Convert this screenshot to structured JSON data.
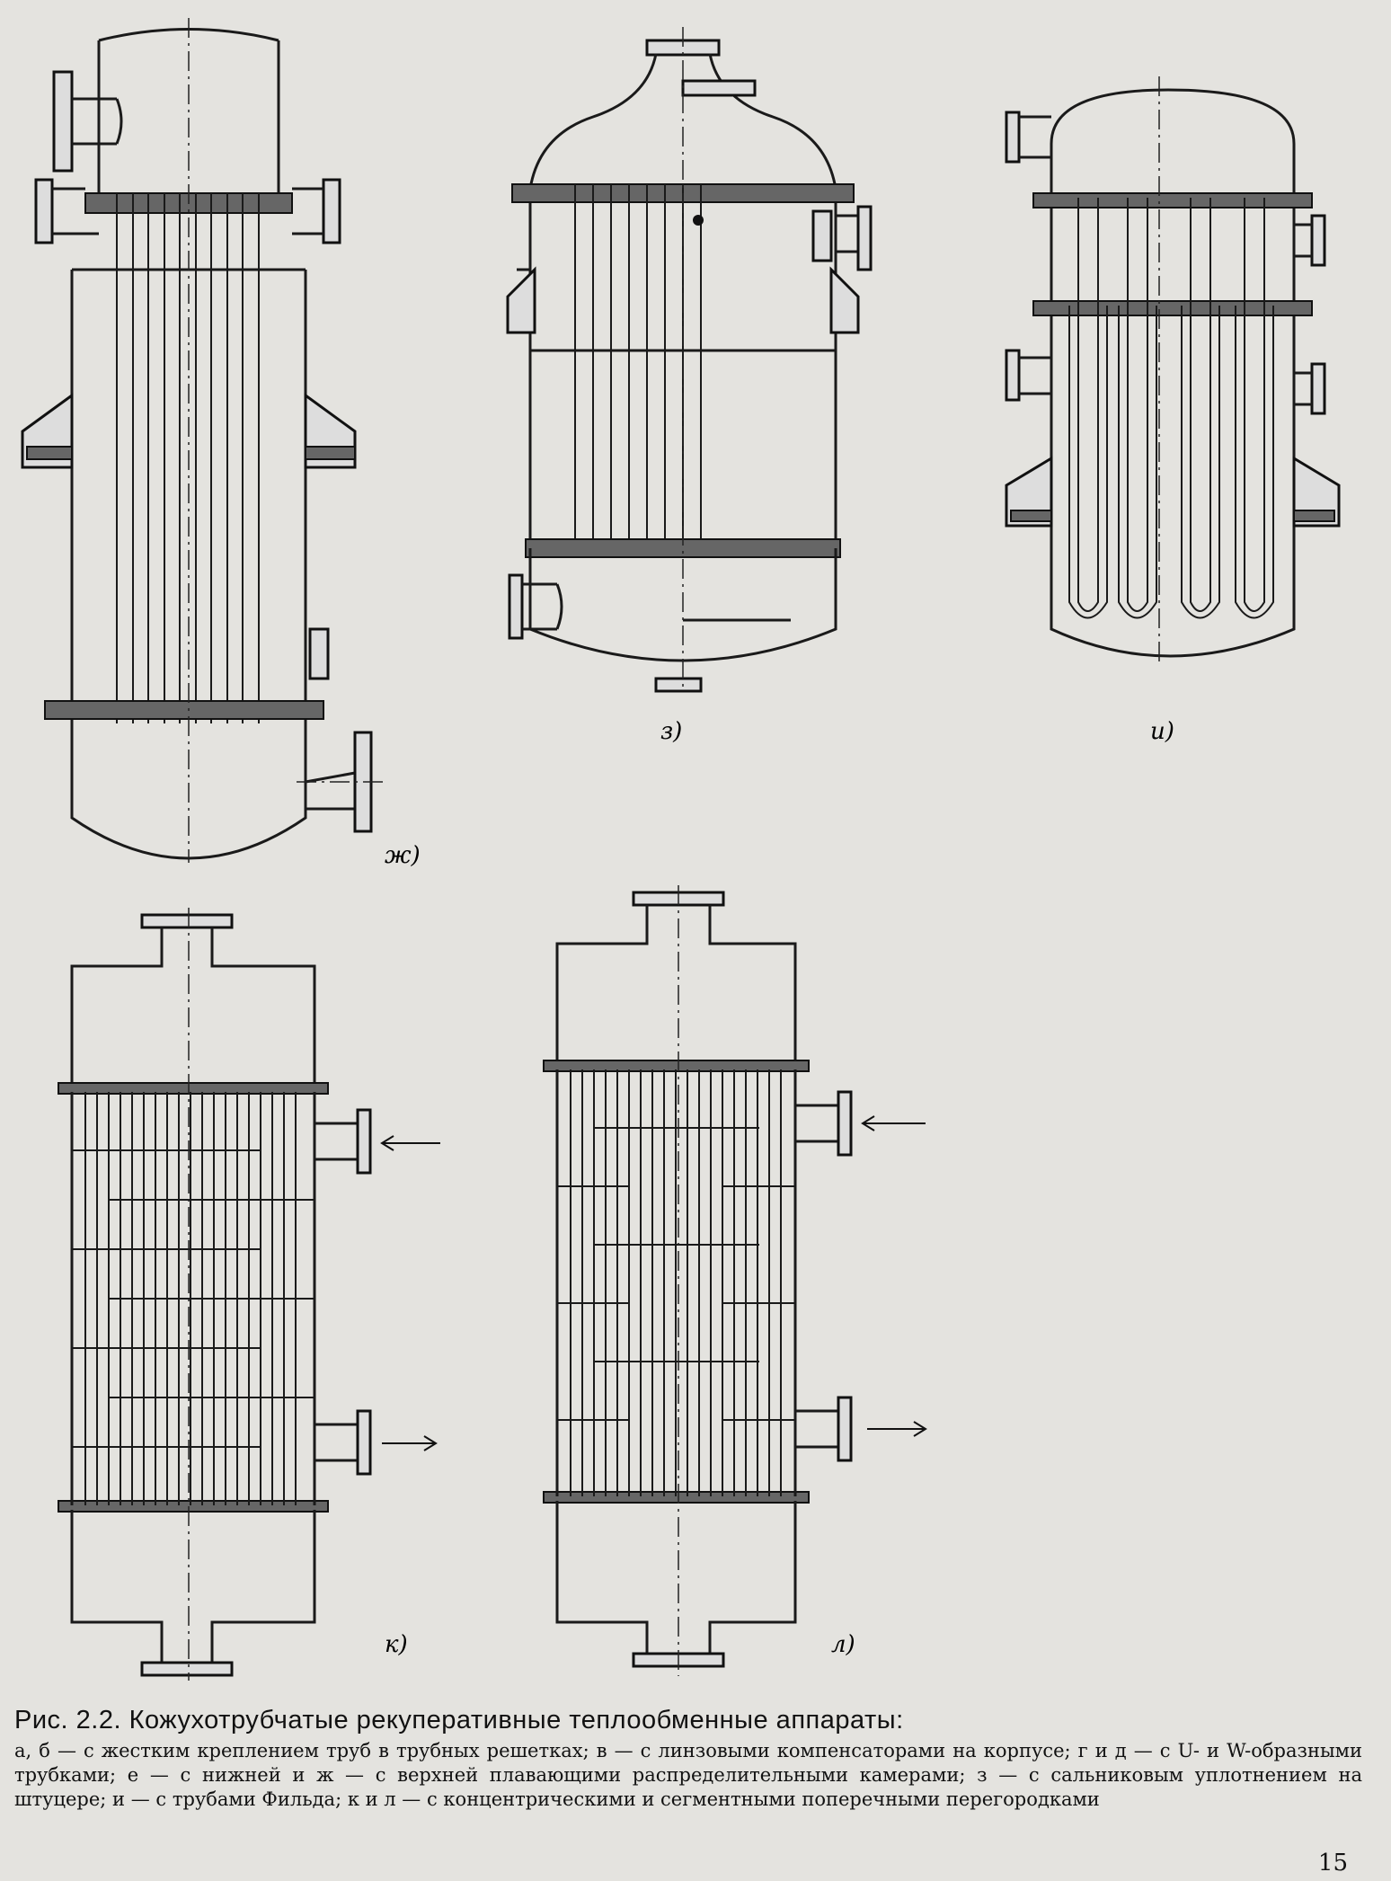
{
  "figure": {
    "labels": {
      "zh": "ж)",
      "z": "з)",
      "i": "и)",
      "k": "к)",
      "l": "л)"
    }
  },
  "caption": {
    "title": "Рис. 2.2. Кожухотрубчатые рекуперативные теплообменные аппараты:",
    "body": "а, б — с жестким креплением труб в трубных решетках; в — с линзовыми компенсаторами на корпусе; г и д — с U- и W-образными трубками; е — с нижней и ж — с верхней плавающими распределительными камерами; з — с сальниковым уплотнением на штуцере; и — с трубами Фильда; к и л — с концентрическими и сегментными поперечными перегородками"
  },
  "page_number": "15"
}
